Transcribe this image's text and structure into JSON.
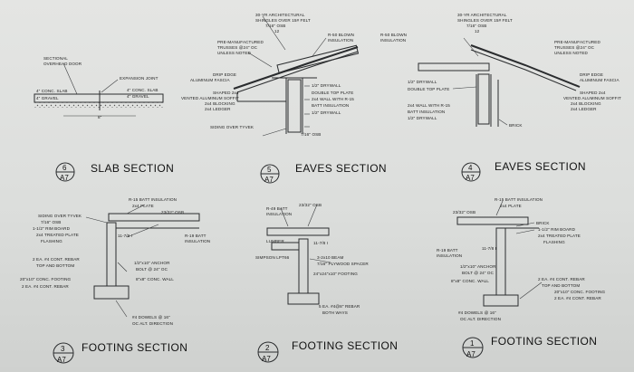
{
  "titles": {
    "slab": {
      "num": "6",
      "sheet": "A7",
      "text": "SLAB SECTION"
    },
    "eaves5": {
      "num": "5",
      "sheet": "A7",
      "text": "EAVES SECTION"
    },
    "eaves4": {
      "num": "4",
      "sheet": "A7",
      "text": "EAVES SECTION"
    },
    "footing3": {
      "num": "3",
      "sheet": "A7",
      "text": "FOOTING SECTION"
    },
    "footing2": {
      "num": "2",
      "sheet": "A7",
      "text": "FOOTING SECTION"
    },
    "footing1": {
      "num": "1",
      "sheet": "A7",
      "text": "FOOTING SECTION"
    }
  },
  "slab": {
    "labels": [
      "SECTIONAL",
      "OVERHEAD DOOR",
      "EXPANSION JOINT",
      "4\" CONC. SLAB",
      "4\" GRAVEL",
      "4\" CONC. SLAB",
      "4\" GRAVEL",
      "8\""
    ]
  },
  "eaves5": {
    "labels": [
      "30-YR ARCHITECTURAL",
      "SHINGLES OVER 15# FELT",
      "7/16\" OSB",
      "12",
      "PRE-MANUFACTURED",
      "TRUSSES @24\" OC",
      "UNLESS NOTED",
      "R-50 BLOWN",
      "INSULATION",
      "DRIP EDGE",
      "ALUMINUM FASCIA",
      "SHAPED 2x4",
      "VENTED ALUMINUM SOFFIT",
      "2x4 BLOCKING",
      "2x4 LEDGER",
      "SIDING OVER TYVEK",
      "1/2\" DRYWALL",
      "DOUBLE TOP PLATE",
      "2x4 WALL WITH R-15",
      "BATT INSULATION",
      "1/2\" DRYWALL",
      "7/16\" OSB"
    ]
  },
  "eaves4": {
    "labels": [
      "30-YR ARCHITECTURAL",
      "SHINGLES OVER 15# FELT",
      "7/16\" OSB",
      "12",
      "R-50 BLOWN",
      "INSULATION",
      "PRE-MANUFACTURED",
      "TRUSSES @24\" OC",
      "UNLESS NOTED",
      "DRIP EDGE",
      "ALUMINUM FASCIA",
      "SHAPED 2x4",
      "VENTED ALUMINUM SOFFIT",
      "2x4 BLOCKING",
      "2x4 LEDGER",
      "1/2\" DRYWALL",
      "DOUBLE TOP PLATE",
      "2x4 WALL WITH R-15",
      "BATT INSULATION",
      "1/2\" DRYWALL",
      "BRICK"
    ]
  },
  "footing3": {
    "labels": [
      "SIDING OVER TYVEK",
      "7/16\" OSB",
      "1-1/2\" RIM BOARD",
      "2x4 TREATED PLATE",
      "FLASHING",
      "R-15 BATT INSULATION",
      "2x4 PLATE",
      "23/32\" OSB",
      "11-7/8 I",
      "R-19 BATT",
      "INSULATION",
      "1/2\"x10\" ANCHOR",
      "BOLT @ 24\" OC",
      "8\"x8\" CONC. WALL",
      "2 EA. #4 CONT. REBAR",
      "TOP AND BOTTOM",
      "20\"x10\" CONC. FOOTING",
      "2 EA. #4 CONT. REBAR",
      "#4 DOWELS @ 16\"",
      "OC ALT. DIRECTION"
    ]
  },
  "footing2": {
    "labels": [
      "R-49 BATT",
      "INSULATION",
      "23/32\" OSB",
      "LUMBER",
      "11-7/8 I",
      "3-2x10 BEAM",
      "SIMPSON LPT66",
      "7/16\" PLYWOOD SPACER",
      "24\"x24\"x10\" FOOTING",
      "5 EA. #4@8\" REBAR",
      "BOTH WAYS"
    ]
  },
  "footing1": {
    "labels": [
      "R-15 BATT INSULATION",
      "2x4 PLATE",
      "23/32\" OSB",
      "BRICK",
      "1-1/2\" RIM BOARD",
      "2x4 TREATED PLATE",
      "FLASHING",
      "R-19 BATT",
      "INSULATION",
      "11-7/8 I",
      "1/2\"x10\" ANCHOR",
      "BOLT @ 24\" OC",
      "8\"x8\" CONC. WALL",
      "2 EA. #4 CONT. REBAR",
      "TOP AND BOTTOM",
      "20\"x10\" CONC. FOOTING",
      "2 EA. #4 CONT. REBAR",
      "#4 DOWELS @ 16\"",
      "OC ALT. DIRECTION"
    ]
  }
}
